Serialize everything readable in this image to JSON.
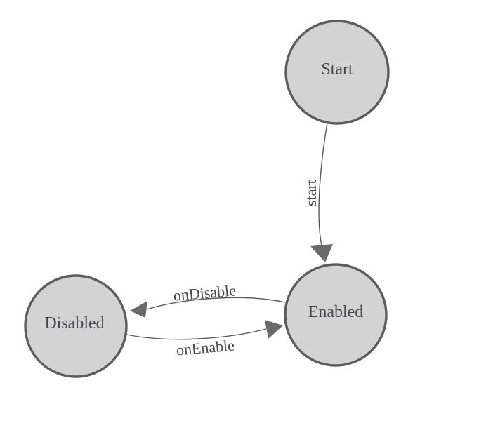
{
  "diagram": {
    "type": "state-machine",
    "nodes": [
      {
        "id": "Start",
        "label": "Start"
      },
      {
        "id": "Enabled",
        "label": "Enabled"
      },
      {
        "id": "Disabled",
        "label": "Disabled"
      }
    ],
    "edges": [
      {
        "from": "Start",
        "to": "Enabled",
        "label": "start"
      },
      {
        "from": "Enabled",
        "to": "Disabled",
        "label": "onDisable"
      },
      {
        "from": "Disabled",
        "to": "Enabled",
        "label": "onEnable"
      }
    ],
    "colors": {
      "background": "#ffffff",
      "node_fill": "#d3d3d4",
      "node_stroke": "#5c5c5e",
      "edge_line": "#58585a",
      "arrowhead": "#6a6a6c",
      "label_text": "#46484d"
    }
  }
}
